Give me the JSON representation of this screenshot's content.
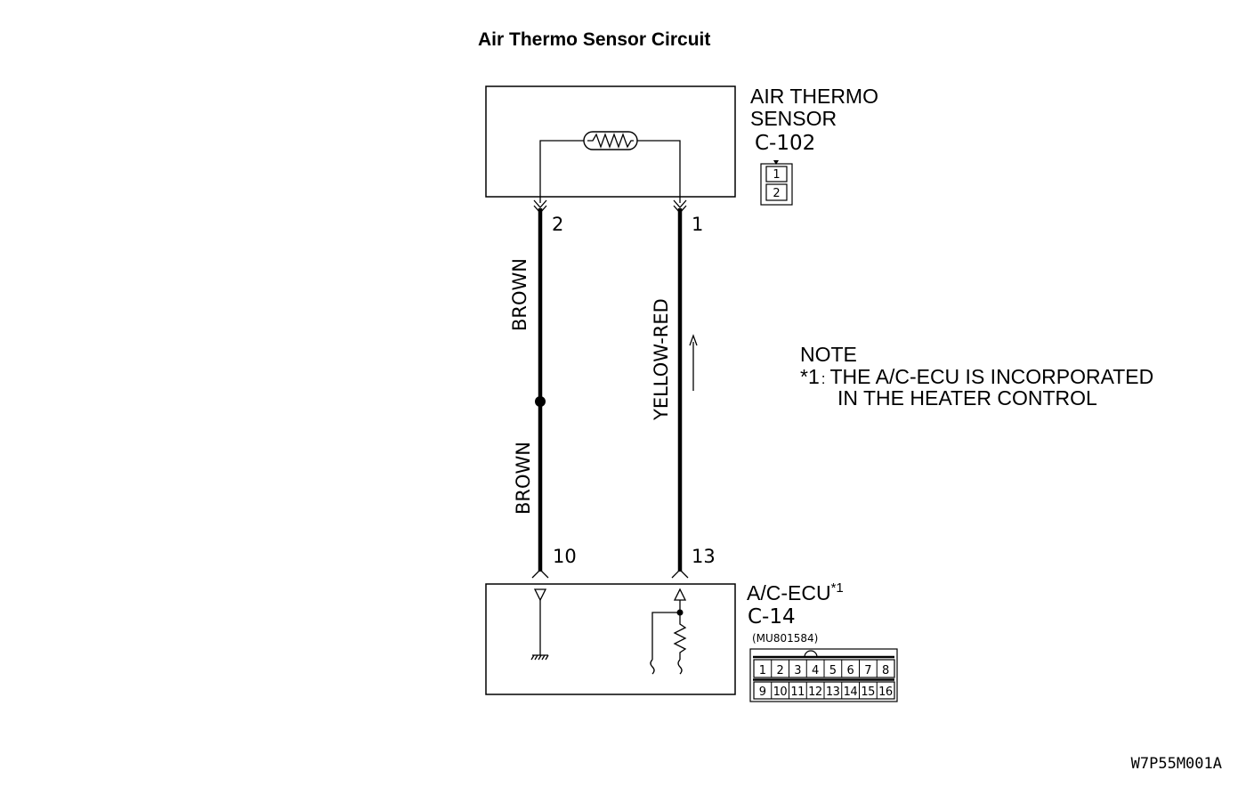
{
  "title": "Air Thermo Sensor Circuit",
  "sensor": {
    "name_line1": "AIR THERMO",
    "name_line2": "SENSOR",
    "connector": "C-102",
    "connector_pins": [
      "1",
      "2"
    ]
  },
  "wires": [
    {
      "name": "left-wire",
      "pin_top": "2",
      "pin_bottom": "10",
      "color_upper": "BROWN",
      "color_lower": "BROWN"
    },
    {
      "name": "right-wire",
      "pin_top": "1",
      "pin_bottom": "13",
      "color": "YELLOW-RED"
    }
  ],
  "ecu": {
    "name": "A/C-ECU",
    "footnote_mark": "*1",
    "connector": "C-14",
    "part_number": "(MU801584)",
    "pins_row1": [
      "1",
      "2",
      "3",
      "4",
      "5",
      "6",
      "7",
      "8"
    ],
    "pins_row2": [
      "9",
      "10",
      "11",
      "12",
      "13",
      "14",
      "15",
      "16"
    ]
  },
  "note": {
    "heading": "NOTE",
    "marker": "*1",
    "line1": "THE A/C-ECU IS INCORPORATED",
    "line2": "IN THE HEATER CONTROL"
  },
  "figure_code": "W7P55M001A"
}
